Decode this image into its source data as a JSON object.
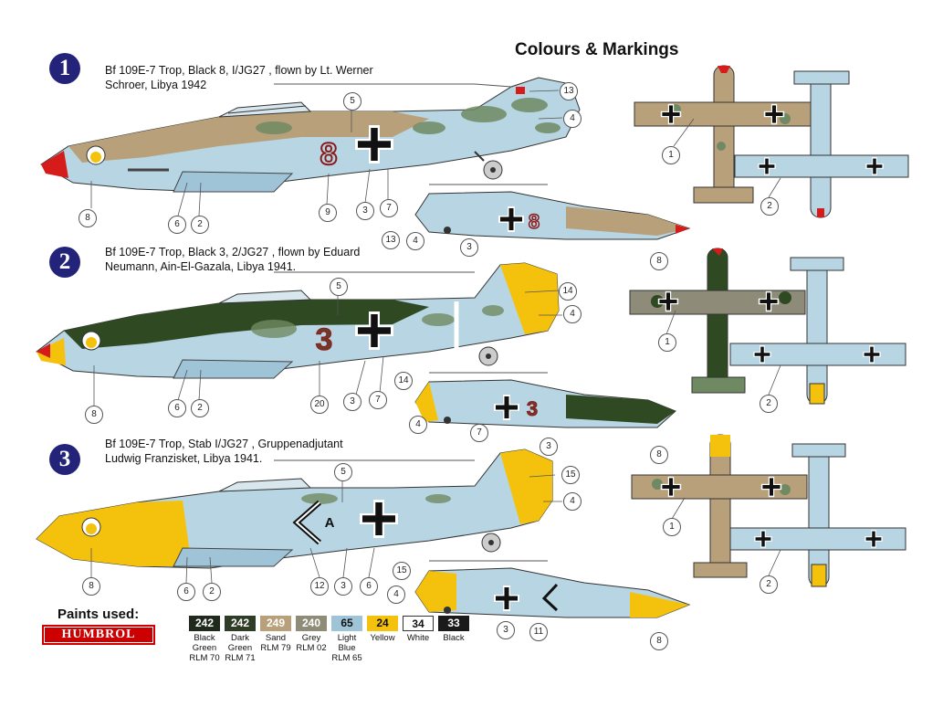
{
  "header": {
    "title": "Colours & Markings"
  },
  "schemes": [
    {
      "number": "1",
      "caption_line1": "Bf 109E-7 Trop, Black 8, I/JG27 , flown by Lt. Werner",
      "caption_line2": "Schroer, Libya 1942",
      "fuselage_code": "8"
    },
    {
      "number": "2",
      "caption_line1": "Bf 109E-7 Trop, Black 3, 2/JG27 , flown by  Eduard",
      "caption_line2": "Neumann, Ain-El-Gazala, Libya 1941.",
      "fuselage_code": "3"
    },
    {
      "number": "3",
      "caption_line1": "Bf 109E-7 Trop, Stab I/JG27 , Gruppenadjutant",
      "caption_line2": "Ludwig Franzisket, Libya 1941.",
      "fuselage_code": "A"
    }
  ],
  "callouts": {
    "s1": [
      "5",
      "13",
      "4",
      "8",
      "6",
      "2",
      "9",
      "3",
      "7",
      "13",
      "4",
      "3",
      "1",
      "2",
      "8"
    ],
    "s2": [
      "5",
      "14",
      "4",
      "8",
      "6",
      "2",
      "20",
      "3",
      "7",
      "14",
      "4",
      "7",
      "3",
      "1",
      "2",
      "8"
    ],
    "s3": [
      "5",
      "15",
      "4",
      "8",
      "6",
      "2",
      "12",
      "3",
      "6",
      "15",
      "4",
      "3",
      "11",
      "1",
      "2",
      "8"
    ]
  },
  "paints": {
    "label": "Paints used:",
    "brand": "HUMBROL",
    "swatches": [
      {
        "code": "242",
        "name": "Black\nGreen\nRLM 70",
        "color": "#1f2a1c",
        "text_color": "#ffffff"
      },
      {
        "code": "242",
        "name": "Dark\nGreen\nRLM 71",
        "color": "#2f3d26",
        "text_color": "#ffffff"
      },
      {
        "code": "249",
        "name": "Sand\nRLM 79",
        "color": "#b8a07a",
        "text_color": "#ffffff"
      },
      {
        "code": "240",
        "name": "Grey\nRLM 02",
        "color": "#8e8c78",
        "text_color": "#ffffff"
      },
      {
        "code": "65",
        "name": "Light\nBlue\nRLM 65",
        "color": "#9fc4d8",
        "text_color": "#111111"
      },
      {
        "code": "24",
        "name": "Yellow",
        "color": "#f4c20d",
        "text_color": "#111111"
      },
      {
        "code": "34",
        "name": "White",
        "color": "#ffffff",
        "text_color": "#111111"
      },
      {
        "code": "33",
        "name": "Black",
        "color": "#1a1a1a",
        "text_color": "#ffffff"
      }
    ]
  },
  "colors": {
    "light_blue": "#b7d5e2",
    "sand": "#b8a07a",
    "mottle_green": "#6f8a62",
    "dark_green": "#2f4a22",
    "yellow": "#f4c20d",
    "red": "#d61b1b",
    "white": "#ffffff",
    "black": "#111111",
    "code_red": "#8a1a1a"
  }
}
